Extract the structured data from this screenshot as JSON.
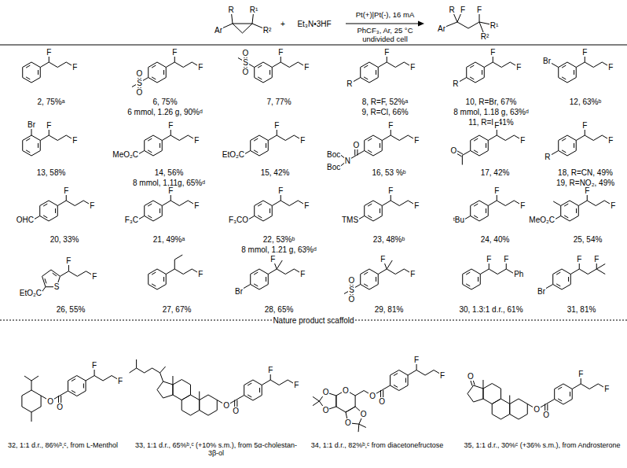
{
  "diagram": {
    "labels": [
      "R",
      "R¹",
      "Ar",
      "R²",
      "+",
      "Et₃N•3HF",
      "Pt(+)|Pt(-), 16 mA",
      "PhCF₃, Ar, 25 °C",
      "undivided cell",
      "R",
      "F",
      "Ar",
      "F",
      "R²",
      "R¹",
      "F",
      "F",
      "2, 75%ᵃ",
      "S",
      "O",
      "O",
      "F",
      "F",
      "6, 75%",
      "6 mmol, 1.26 g, 90%ᵈ",
      "S",
      "O",
      "O",
      "F",
      "F",
      "7, 77%",
      "R",
      "F",
      "F",
      "8, R=F, 52%ᵃ",
      "9, R=Cl, 66%",
      "R",
      "F",
      "F",
      "10, R=Br, 67%",
      "8 mmol, 1.18 g, 63%ᵈ",
      "11, R=I, 41%",
      "Br",
      "F",
      "F",
      "12, 63%ᵇ",
      "Br",
      "F",
      "F",
      "13, 58%",
      "MeO₂C",
      "F",
      "F",
      "14, 56%",
      "8 mmol, 1,11g, 65%ᵈ",
      "EtO₂C",
      "F",
      "F",
      "15, 42%",
      "Boc",
      "N",
      "Boc",
      "O",
      "F",
      "F",
      "16, 53 %ᵇ",
      "O",
      "F",
      "F",
      "17, 42%",
      "R",
      "F",
      "F",
      "18, R=CN, 49%",
      "19, R=NO₂, 49%",
      "OHC",
      "F",
      "F",
      "20, 33%",
      "F₃C",
      "F",
      "F",
      "21, 49%ᵃ",
      "F₃CO",
      "F",
      "F",
      "22, 53%ᵇ",
      "8 mmol, 1.21 g, 63%ᵈ",
      "TMS",
      "F",
      "F",
      "23, 48%ᵇ",
      "ᵗBu",
      "F",
      "F",
      "24, 40%",
      "MeO₂C",
      "F",
      "F",
      "25, 54%",
      "EtO₂C",
      "S",
      "F",
      "F",
      "26, 55%",
      "F",
      "27, 67%",
      "Br",
      "F",
      "F",
      "28, 65%",
      "S",
      "O",
      "O",
      "F",
      "F",
      "29, 81%",
      "F",
      "F",
      "Ph",
      "30, 1.3:1 d.r., 61%",
      "Br",
      "F",
      "F",
      "31, 81%",
      "Nature product scaffold",
      "O",
      "O",
      "F",
      "F",
      "32, 1:1 d.r., 86%ᵇ,ᶜ, from L-Menthol",
      "O",
      "O",
      "F",
      "F",
      "33, 1:1 d.r., 65%ᵇ,ᶜ (+10% s.m.), from 5α-cholestan-3β-ol",
      "O",
      "O",
      "O",
      "O",
      "O",
      "O",
      "O",
      "F",
      "F",
      "34, 1:1 d.r., 82%ᵇ,ᶜ from diacetonefructose",
      "O",
      "O",
      "O",
      "F",
      "F",
      "35, 1:1 d.r., 30%ᶜ (+36% s.m.), from Androsterone"
    ]
  }
}
